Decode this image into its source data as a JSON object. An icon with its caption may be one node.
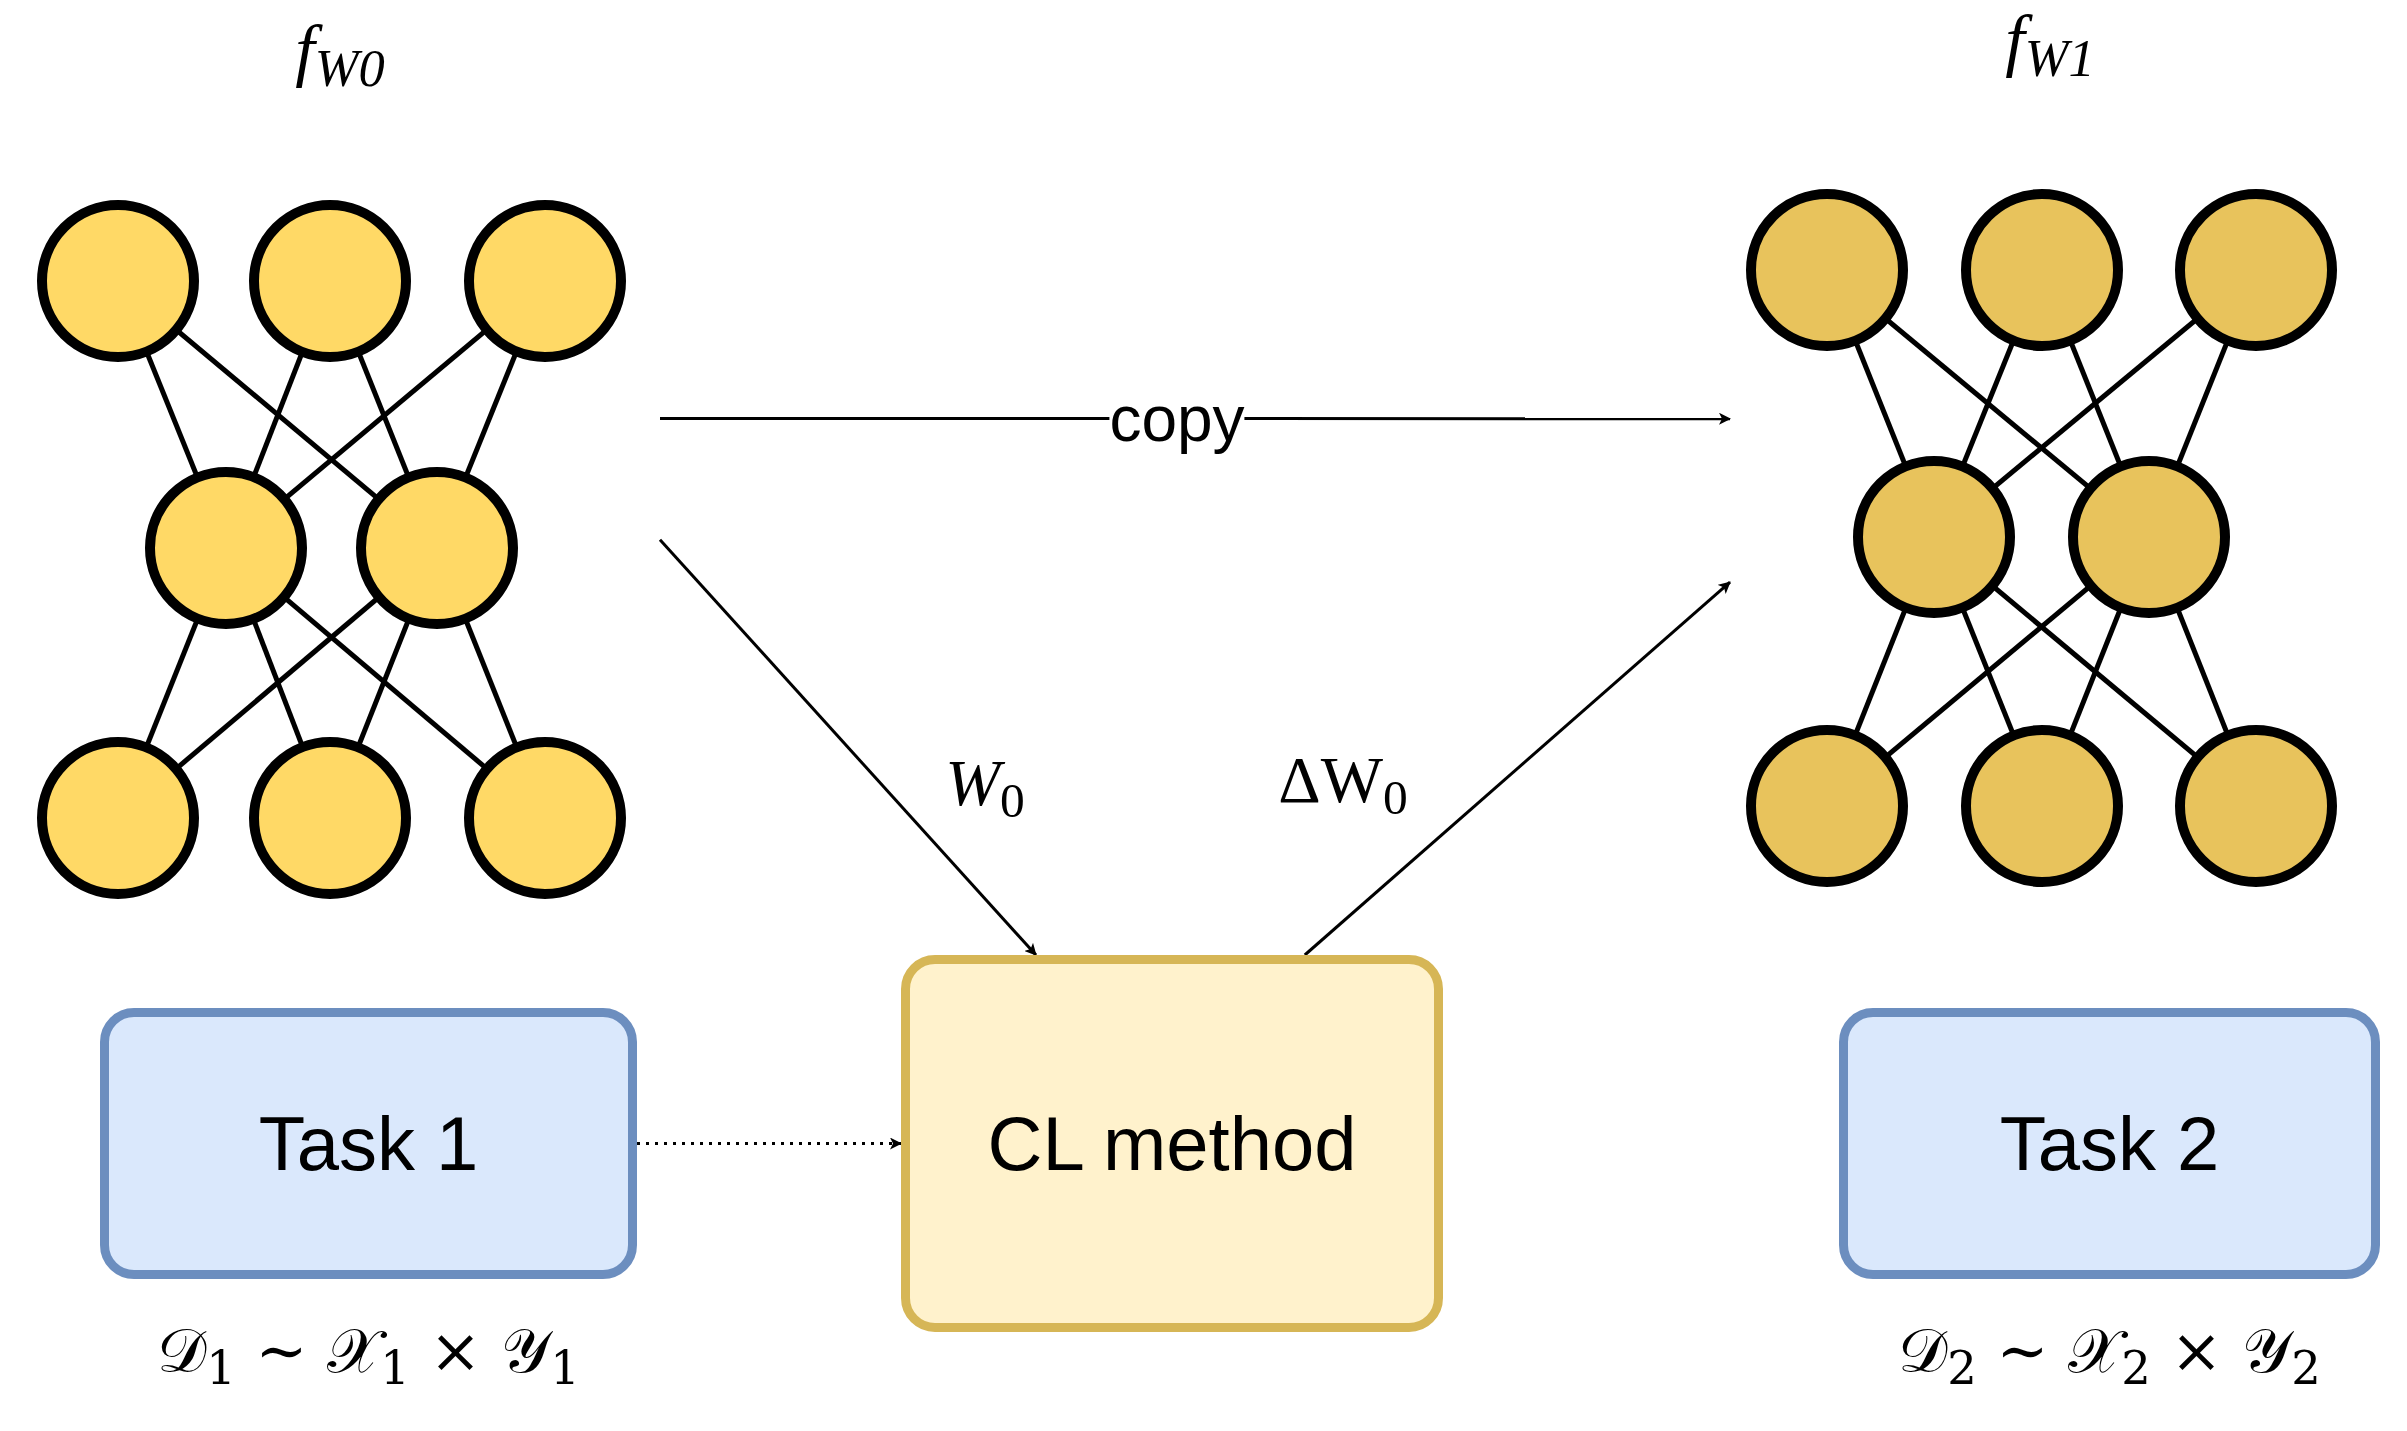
{
  "diagram": {
    "nodes": [
      {
        "text": [
          "*f*$_{W0}$"
        ]
      },
      {
        "text": [
          "*f*$_{W1}$"
        ]
      },
      {
        "text": [
          "Task 1"
        ],
        "beside": [
          "𝒟$_{1}$ ∼ 𝒳$_{1}$ × 𝒴$_{1}$"
        ]
      },
      {
        "text": [
          "CL method"
        ]
      },
      {
        "text": [
          "Task 2"
        ],
        "beside": [
          "𝒟$_{2}$ ∼ 𝒳$_{2}$ × 𝒴$_{2}$"
        ]
      }
    ],
    "edges": [
      {
        "from": 0,
        "to": 1,
        "arrow": "to",
        "label": "copy"
      },
      {
        "from": 0,
        "to": 3,
        "arrow": "to",
        "label": "*W*$_{0}$"
      },
      {
        "from": 3,
        "to": 1,
        "arrow": "to",
        "label": "ΔW$_{0}$"
      },
      {
        "from": 2,
        "to": 3,
        "arrow": "to",
        "style": "dashed"
      }
    ]
  }
}
